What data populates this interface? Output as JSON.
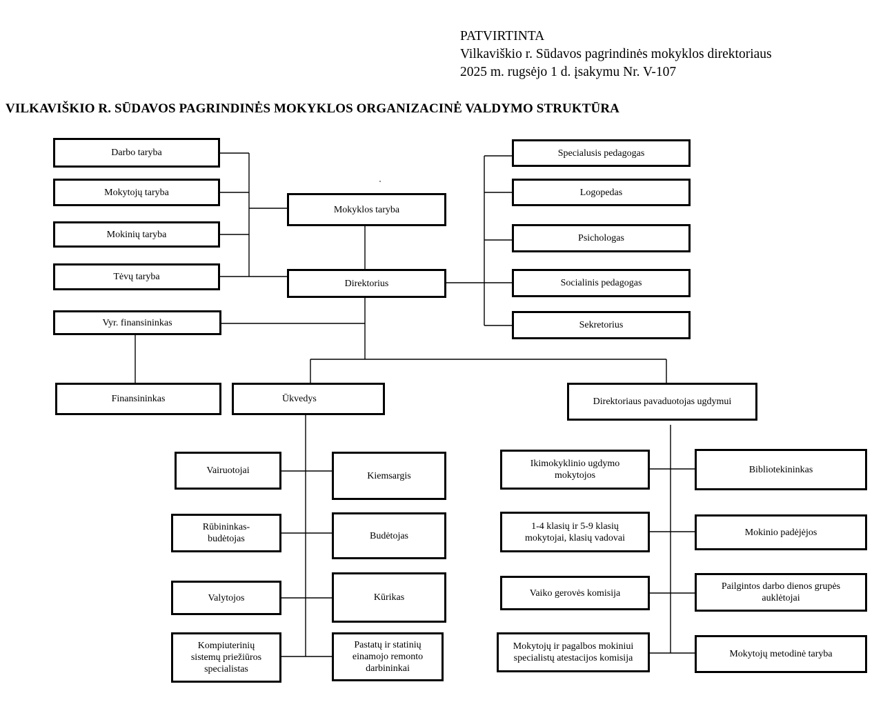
{
  "header": {
    "approved_label": "PATVIRTINTA",
    "approved_by": "Vilkaviškio r. Sūdavos pagrindinės mokyklos direktoriaus",
    "order_ref": "2025 m. rugsėjo 1 d. įsakymu Nr. V-107"
  },
  "title": "VILKAVIŠKIO R. SŪDAVOS PAGRINDINĖS MOKYKLOS ORGANIZACINĖ VALDYMO STRUKTŪRA",
  "boxes": {
    "darbo_taryba": "Darbo taryba",
    "mokytoju_taryba": "Mokytojų taryba",
    "mokiniu_taryba": "Mokinių taryba",
    "tevu_taryba": "Tėvų taryba",
    "mokyklos_taryba": "Mokyklos taryba",
    "direktorius": "Direktorius",
    "specialusis_pedagogas": "Specialusis pedagogas",
    "logopedas": "Logopedas",
    "psichologas": "Psichologas",
    "socialinis_pedagogas": "Socialinis pedagogas",
    "sekretorius": "Sekretorius",
    "vyr_finansininkas": "Vyr. finansininkas",
    "finansininkas": "Finansininkas",
    "ukvedys": "Ūkvedys",
    "pavaduotojas": "Direktoriaus pavaduotojas ugdymui",
    "vairuotojai": "Vairuotojai",
    "kiemsargis": "Kiemsargis",
    "rubininkas": "Rūbininkas-\nbudėtojas",
    "budetojas": "Budėtojas",
    "valytojos": "Valytojos",
    "kurikas": "Kūrikas",
    "kompiuteriniu": "Kompiuterinių\nsistemų priežiūros\nspecialistas",
    "pastatu": "Pastatų ir statinių\neinamojo remonto\ndarbininkai",
    "ikimokyklinio": "Ikimokyklinio ugdymo\nmokytojos",
    "bibliotekininkas": "Bibliotekininkas",
    "klasiu_mokytojai": "1-4 klasių ir 5-9 klasių\nmokytojai, klasių vadovai",
    "mokinio_padejejos": "Mokinio padėjėjos",
    "vaiko_geroves": "Vaiko gerovės komisija",
    "pailgintos": "Pailgintos darbo dienos grupės\nauklėtojai",
    "atestacijos": "Mokytojų ir pagalbos mokiniui\nspecialistų atestacijos komisija",
    "metodine_taryba": "Mokytojų metodinė taryba"
  }
}
